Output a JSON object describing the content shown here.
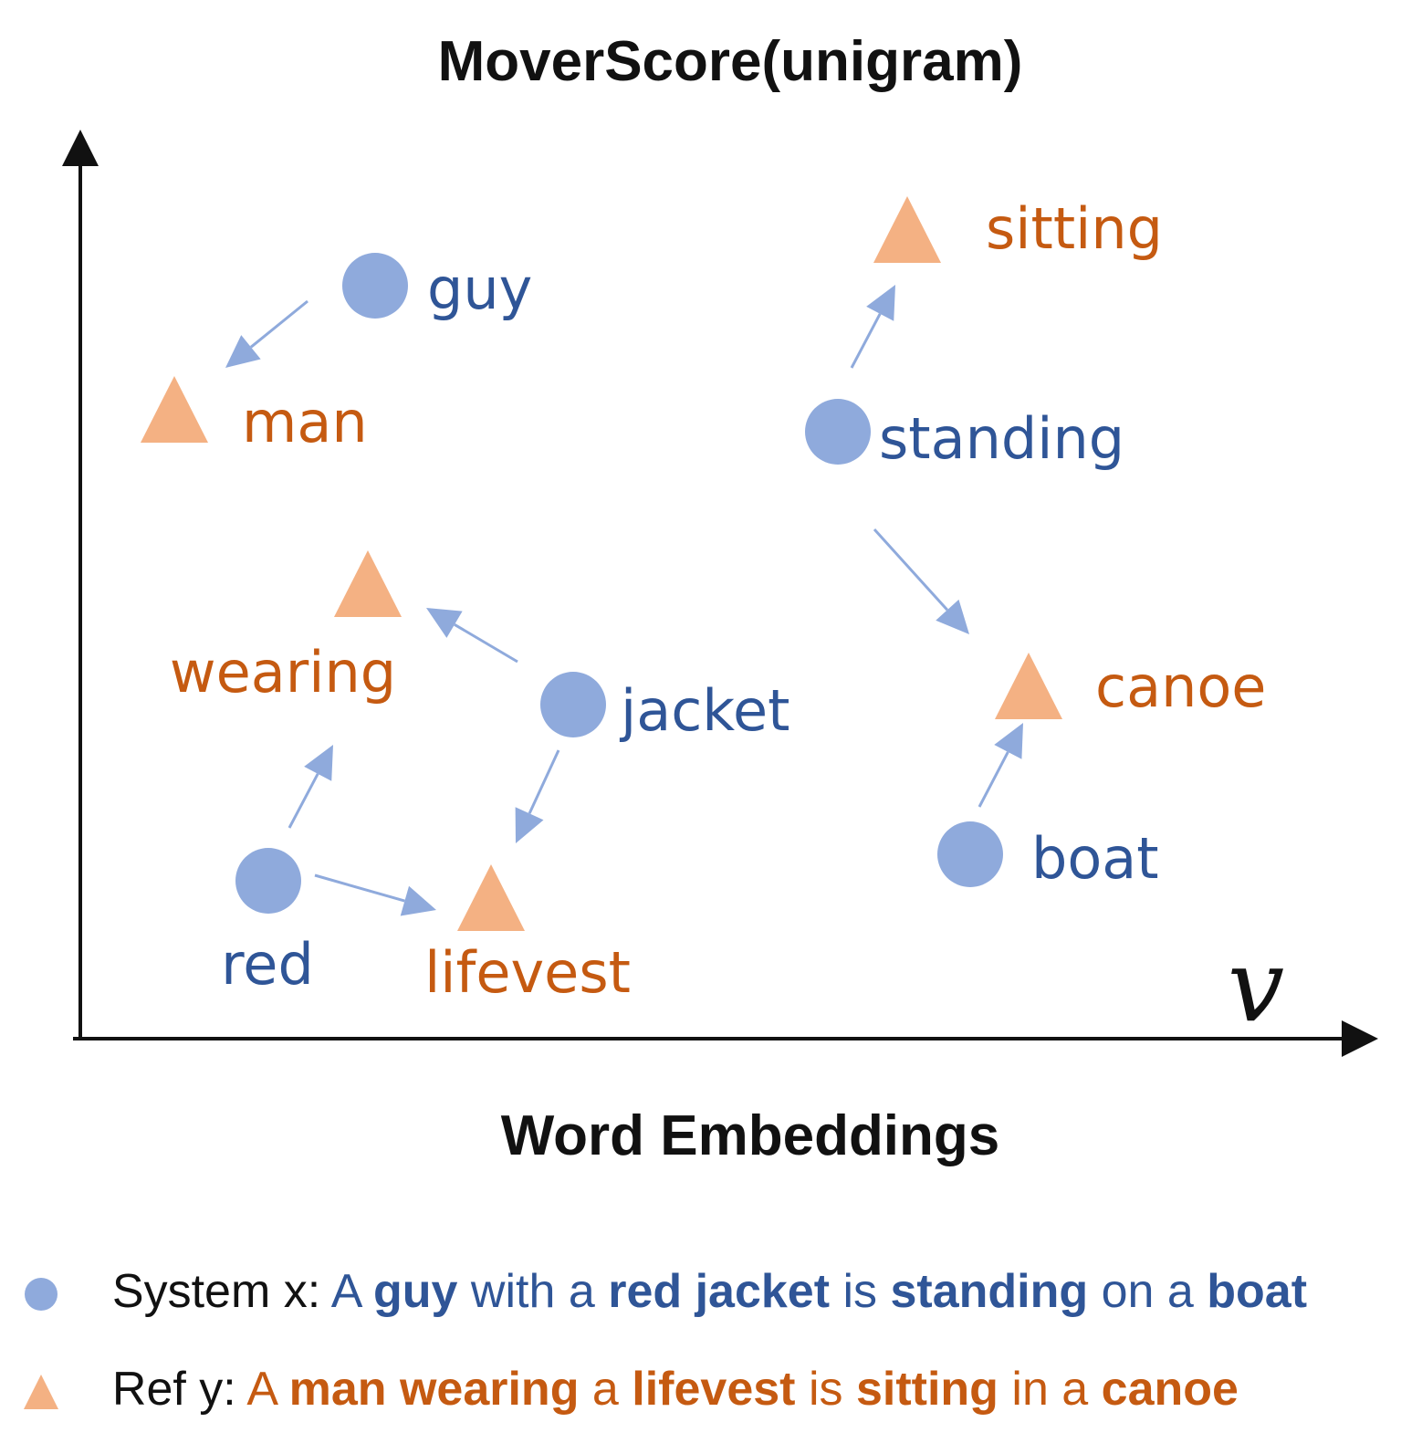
{
  "title": "MoverScore(unigram)",
  "x_axis_label": "Word Embeddings",
  "axis_symbol": "v",
  "colors": {
    "system_marker": "#8faadc",
    "system_text": "#2f5597",
    "reference_marker": "#f4b183",
    "reference_text": "#c55a11",
    "arrow": "#8faadc",
    "axis": "#111111"
  },
  "system_words": [
    {
      "id": "guy",
      "label": "guy"
    },
    {
      "id": "standing",
      "label": "standing"
    },
    {
      "id": "jacket",
      "label": "jacket"
    },
    {
      "id": "red",
      "label": "red"
    },
    {
      "id": "boat",
      "label": "boat"
    }
  ],
  "reference_words": [
    {
      "id": "sitting",
      "label": "sitting"
    },
    {
      "id": "man",
      "label": "man"
    },
    {
      "id": "wearing",
      "label": "wearing"
    },
    {
      "id": "canoe",
      "label": "canoe"
    },
    {
      "id": "lifevest",
      "label": "lifevest"
    }
  ],
  "alignments": [
    {
      "from": "guy",
      "to": "man"
    },
    {
      "from": "standing",
      "to": "sitting"
    },
    {
      "from": "standing",
      "to": "canoe"
    },
    {
      "from": "jacket",
      "to": "wearing"
    },
    {
      "from": "jacket",
      "to": "lifevest"
    },
    {
      "from": "red",
      "to": "wearing"
    },
    {
      "from": "red",
      "to": "lifevest"
    },
    {
      "from": "boat",
      "to": "canoe"
    }
  ],
  "legend": {
    "system": {
      "marker": "circle",
      "label": "System x:",
      "fragments": [
        {
          "text": " A ",
          "bold": false
        },
        {
          "text": "guy",
          "bold": true
        },
        {
          "text": " with a ",
          "bold": false
        },
        {
          "text": "red jacket",
          "bold": true
        },
        {
          "text": " is ",
          "bold": false
        },
        {
          "text": "standing",
          "bold": true
        },
        {
          "text": " on a ",
          "bold": false
        },
        {
          "text": "boat",
          "bold": true
        }
      ]
    },
    "reference": {
      "marker": "triangle",
      "label": "Ref y:",
      "fragments": [
        {
          "text": " A ",
          "bold": false
        },
        {
          "text": "man",
          "bold": true
        },
        {
          "text": " ",
          "bold": false
        },
        {
          "text": "wearing",
          "bold": true
        },
        {
          "text": " a ",
          "bold": false
        },
        {
          "text": "lifevest",
          "bold": true
        },
        {
          "text": " is ",
          "bold": false
        },
        {
          "text": "sitting",
          "bold": true
        },
        {
          "text": " in a ",
          "bold": false
        },
        {
          "text": "canoe",
          "bold": true
        }
      ]
    }
  }
}
